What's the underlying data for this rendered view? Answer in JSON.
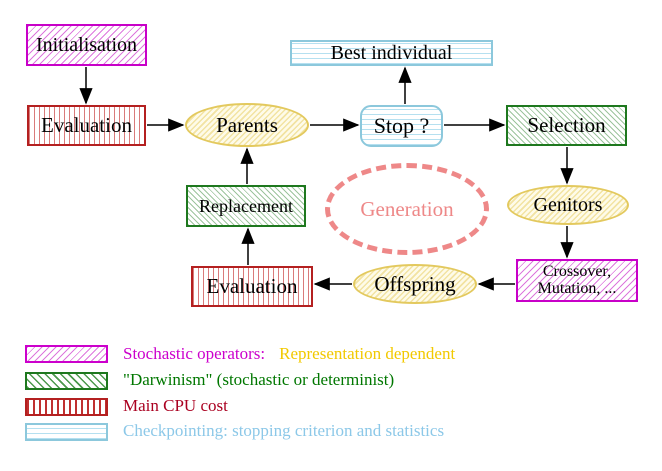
{
  "palette": {
    "magenta": "#cc00cc",
    "green_border": "#1e781e",
    "red_border": "#b42020",
    "cyan_border": "#8cc8dc",
    "yellow_border": "#e3c95e",
    "generation_pink": "#ee8888",
    "legend_magenta_text": "#cc00cc",
    "legend_gold_text": "#f2c900",
    "legend_green_text": "#007700",
    "legend_red_text": "#aa0020",
    "legend_cyan_text": "#8cc8e8"
  },
  "nodes": {
    "initialisation": "Initialisation",
    "evaluation_top": "Evaluation",
    "parents": "Parents",
    "best_individual": "Best individual",
    "stop": "Stop ?",
    "selection": "Selection",
    "replacement": "Replacement",
    "generation": "Generation",
    "genitors": "Genitors",
    "evaluation_bottom": "Evaluation",
    "offspring": "Offspring",
    "crossover_line1": "Crossover,",
    "crossover_line2": "Mutation, ..."
  },
  "legend": {
    "stochastic_label": "Stochastic operators:",
    "stochastic_label2": "Representation dependent",
    "darwinism_label": "\"Darwinism\" (stochastic or determinist)",
    "cpu_label": "Main CPU cost",
    "checkpoint_label": "Checkpointing: stopping criterion and statistics"
  }
}
